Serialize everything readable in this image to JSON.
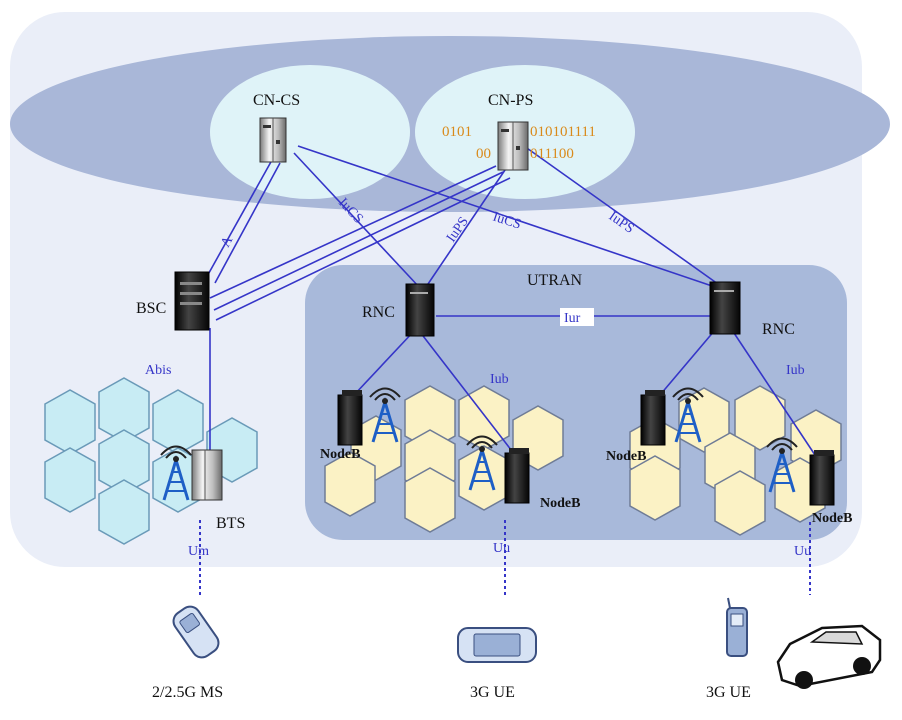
{
  "core_network": {
    "cs_label": "CN-CS",
    "ps_label": "CN-PS",
    "ps_binary_line1_left": "0101",
    "ps_binary_line1_right": "010101111",
    "ps_binary_line2_left": "00",
    "ps_binary_line2_right": "011100"
  },
  "interfaces": {
    "a": "A",
    "iucs_left": "IuCS",
    "iups_left": "IuPS",
    "iucs_right": "IuCS",
    "iups_right": "IuPS",
    "iur": "Iur",
    "iub_left": "Iub",
    "iub_right": "Iub",
    "abis": "Abis",
    "um": "Um",
    "uu_left": "Uu",
    "uu_right": "Uu"
  },
  "nodes": {
    "bsc": "BSC",
    "rnc_left": "RNC",
    "rnc_right": "RNC",
    "utran": "UTRAN",
    "bts": "BTS",
    "nodeb_1": "NodeB",
    "nodeb_2": "NodeB",
    "nodeb_3": "NodeB",
    "nodeb_4": "NodeB"
  },
  "terminals": {
    "ms": "2/2.5G MS",
    "ue_left": "3G UE",
    "ue_right": "3G UE"
  },
  "colors": {
    "outer_bg": "#eaeef8",
    "ellipse": "#a9b7d8",
    "cn_circle": "#dff3f8",
    "utran_bg": "#a8b9da",
    "link": "#3535c8",
    "binary": "#d98a1a",
    "gsm_cell": "#c8ecf4",
    "umts_cell": "#fbf2c5"
  }
}
